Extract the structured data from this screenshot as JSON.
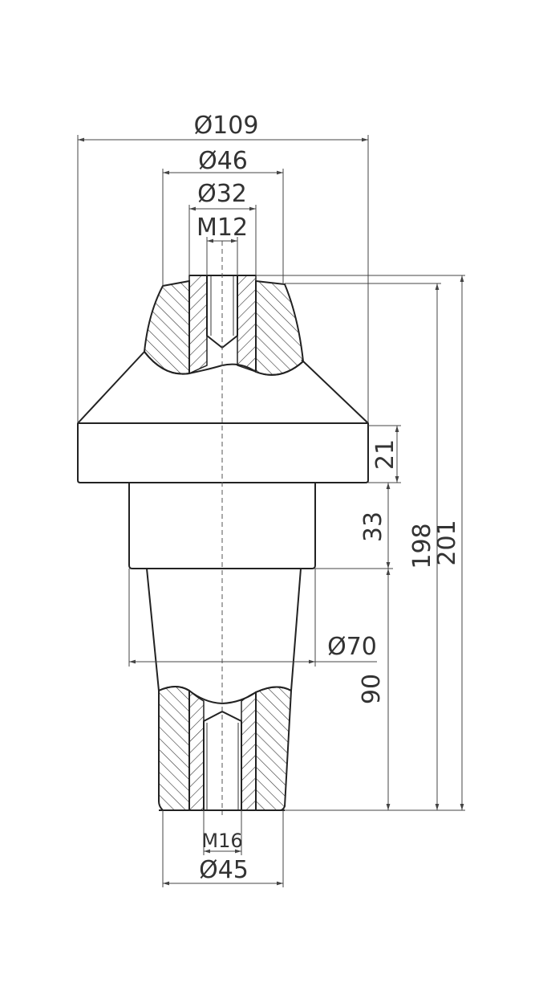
{
  "dimensions": {
    "dia_109": "Ø109",
    "dia_46": "Ø46",
    "dia_32": "Ø32",
    "thread_top": "M12",
    "height_21": "21",
    "height_33": "33",
    "height_198": "198",
    "height_201": "201",
    "dia_70": "Ø70",
    "height_90": "90",
    "thread_bottom": "M16",
    "dia_45": "Ø45"
  },
  "colors": {
    "line": "#222222",
    "background": "#ffffff"
  }
}
